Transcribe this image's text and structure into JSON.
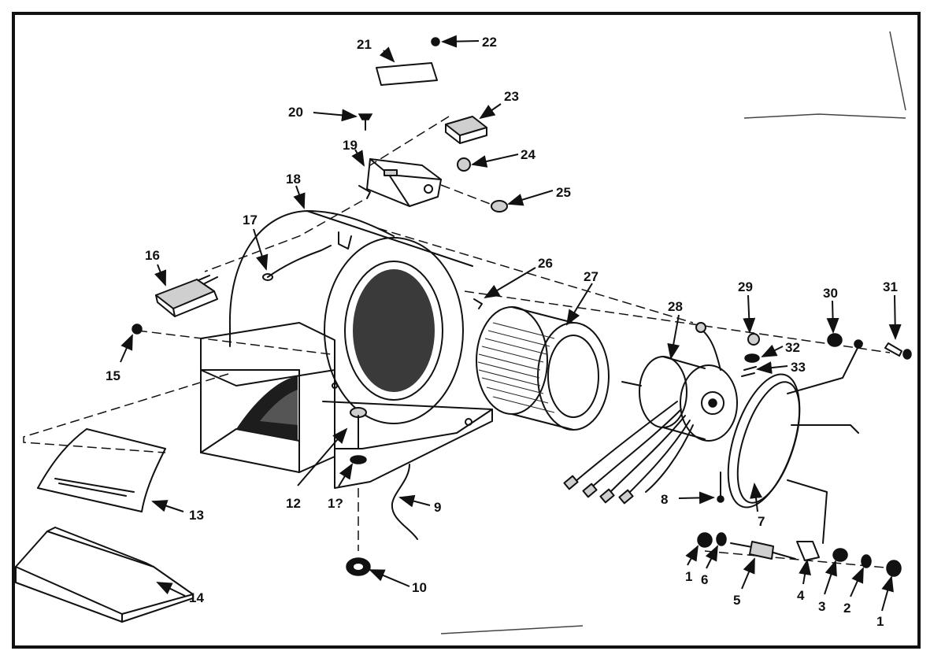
{
  "diagram": {
    "colors": {
      "ink": "#111111",
      "paper": "#ffffff"
    },
    "labels": [
      "1",
      "1",
      "2",
      "3",
      "4",
      "5",
      "6",
      "7",
      "8",
      "9",
      "10",
      "1?",
      "12",
      "13",
      "14",
      "15",
      "16",
      "17",
      "18",
      "19",
      "20",
      "21",
      "22",
      "23",
      "24",
      "25",
      "26",
      "27",
      "28",
      "29",
      "30",
      "31",
      "32",
      "33"
    ]
  }
}
